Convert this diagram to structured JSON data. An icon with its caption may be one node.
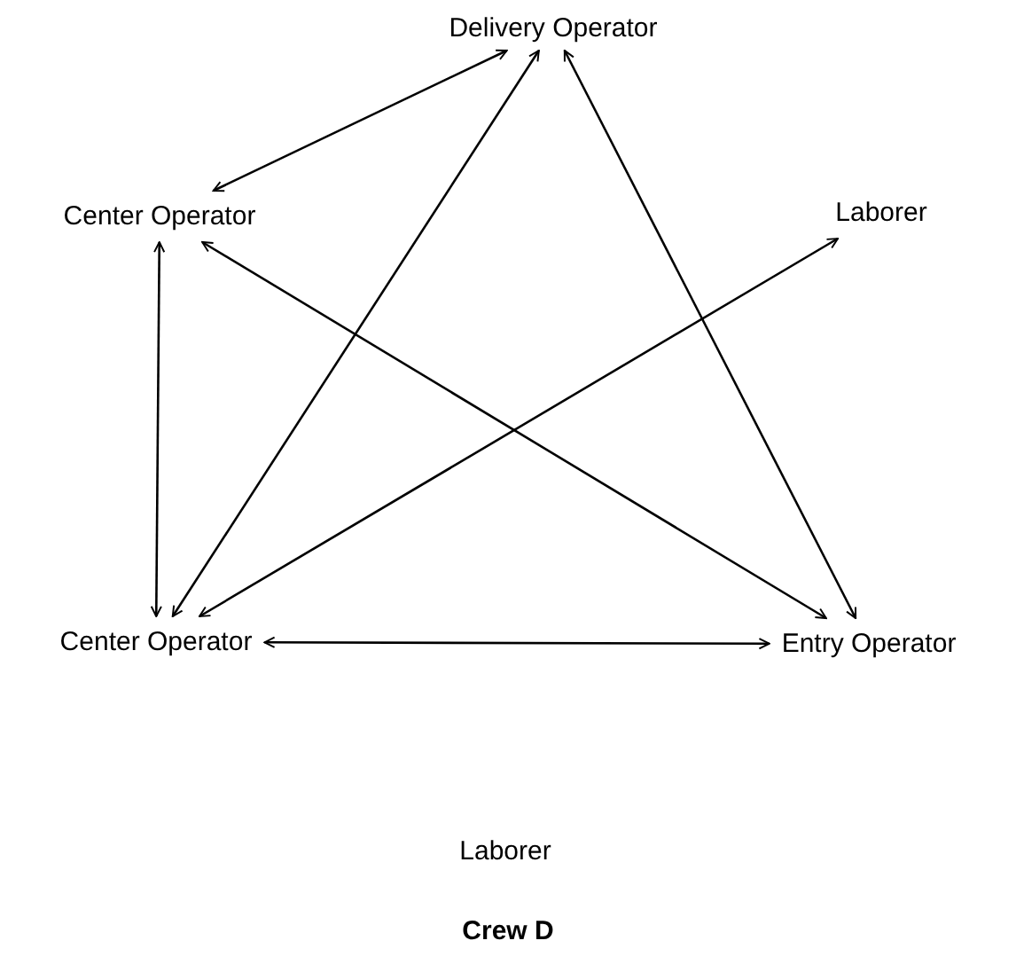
{
  "diagram": {
    "title": "Crew D",
    "nodes": [
      {
        "text": [
          "Delivery Operator"
        ]
      },
      {
        "text": [
          "Center Operator"
        ]
      },
      {
        "text": [
          "Laborer"
        ]
      },
      {
        "text": [
          "Center Operator"
        ]
      },
      {
        "text": [
          "Entry Operator"
        ]
      },
      {
        "text": [
          "Laborer"
        ]
      }
    ],
    "edges": [
      {
        "from": 0,
        "to": 1,
        "arrow": "both"
      },
      {
        "from": 1,
        "to": 3,
        "arrow": "both"
      },
      {
        "from": 3,
        "to": 0,
        "arrow": "both"
      },
      {
        "from": 0,
        "to": 4,
        "arrow": "both"
      },
      {
        "from": 1,
        "to": 4,
        "arrow": "both"
      },
      {
        "from": 3,
        "to": 2,
        "arrow": "both"
      },
      {
        "from": 3,
        "to": 4,
        "arrow": "both"
      }
    ]
  }
}
